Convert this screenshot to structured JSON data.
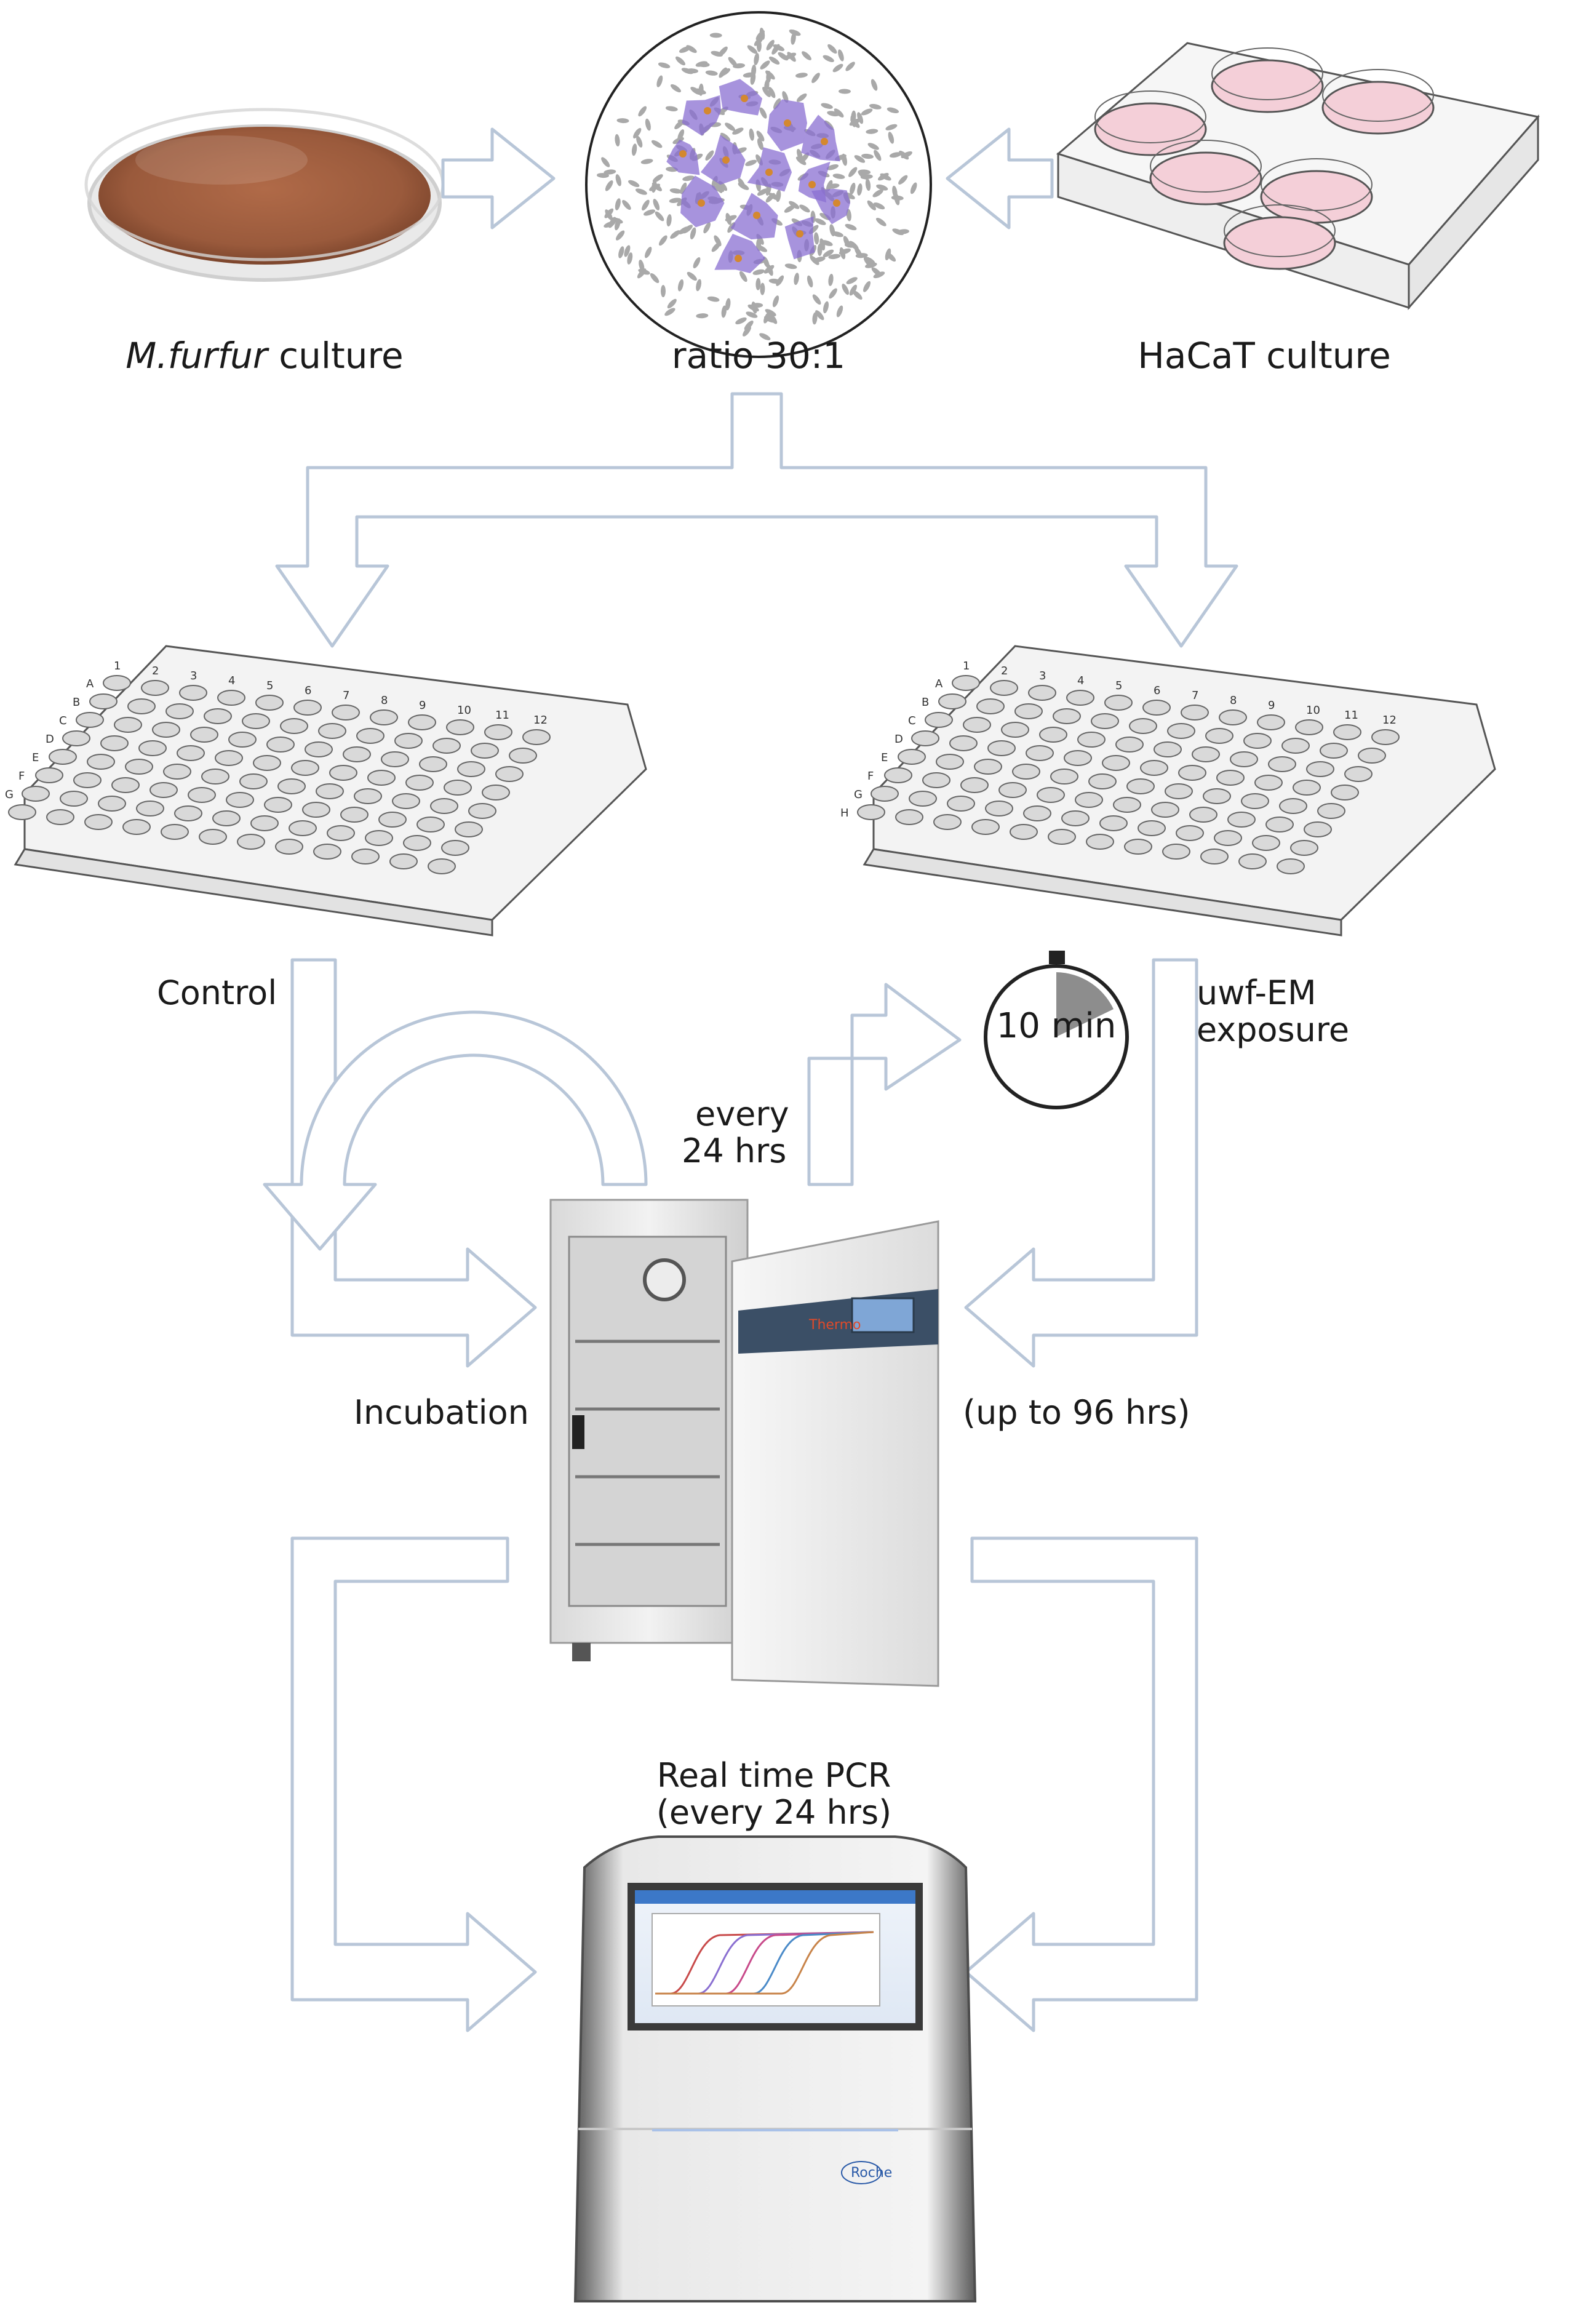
{
  "labels": {
    "mfurfur_species": "M.furfur",
    "mfurfur_word": "culture",
    "ratio": "ratio 30:1",
    "hacat": "HaCaT culture",
    "control": "Control",
    "every_line1": "every",
    "every_line2": "24 hrs",
    "timer": "10 min",
    "uwf_line1": "uwf-EM",
    "uwf_line2": "exposure",
    "incubation": "Incubation",
    "upto": "(up to 96 hrs)",
    "pcr_line1": "Real time PCR",
    "pcr_line2": "(every 24 hrs)"
  },
  "plate_labels": {
    "rows": [
      "A",
      "B",
      "C",
      "D",
      "E",
      "F",
      "G",
      "H"
    ],
    "columns": [
      "1",
      "2",
      "3",
      "4",
      "5",
      "6",
      "7",
      "8",
      "9",
      "10",
      "11",
      "12"
    ]
  },
  "device_text": {
    "incubator_brand": "Thermo",
    "pcr_brand": "Roche"
  },
  "colors": {
    "arrow_stroke": "#b8c6d8",
    "petri_medium": "#9a5a3c",
    "cell_purple": "#8a6fd1",
    "particle_gray": "#a9a9a9",
    "well_pink": "#f4cfd8",
    "incubator_accent": "#3b4f66",
    "pcr_screen": "#3c78c8"
  }
}
